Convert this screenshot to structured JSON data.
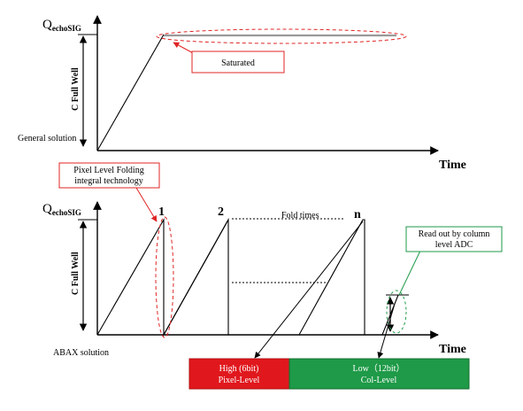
{
  "top_panel": {
    "y_label_main": "Q",
    "y_label_sub": "echoSIG",
    "full_well_label": "C Full Well",
    "time_label": "Time",
    "solution_label": "General solution",
    "saturated_callout": "Saturated"
  },
  "bottom_panel": {
    "y_label_main": "Q",
    "y_label_sub": "echoSIG",
    "full_well_label": "C Full Well",
    "time_label": "Time",
    "solution_label": "ABAX solution",
    "folding_callout_line1": "Pixel Level Folding",
    "folding_callout_line2": "integral technology",
    "fold_marker_1": "1",
    "fold_marker_2": "2",
    "fold_marker_n": "n",
    "fold_times_label": "Fold times",
    "readout_callout_line1": "Read out by column",
    "readout_callout_line2": "level ADC"
  },
  "legend_bar": {
    "high": {
      "line1": "High (6bit)",
      "line2": "Pixel-Level",
      "color": "#e0181d"
    },
    "low": {
      "line1": "Low（12bit）",
      "line2": "Col-Level",
      "color": "#1f9a48"
    }
  },
  "colors": {
    "axis": "#000000",
    "callout_red": "#e02424",
    "callout_green": "#1f9a48",
    "saturation_line": "#999999"
  }
}
